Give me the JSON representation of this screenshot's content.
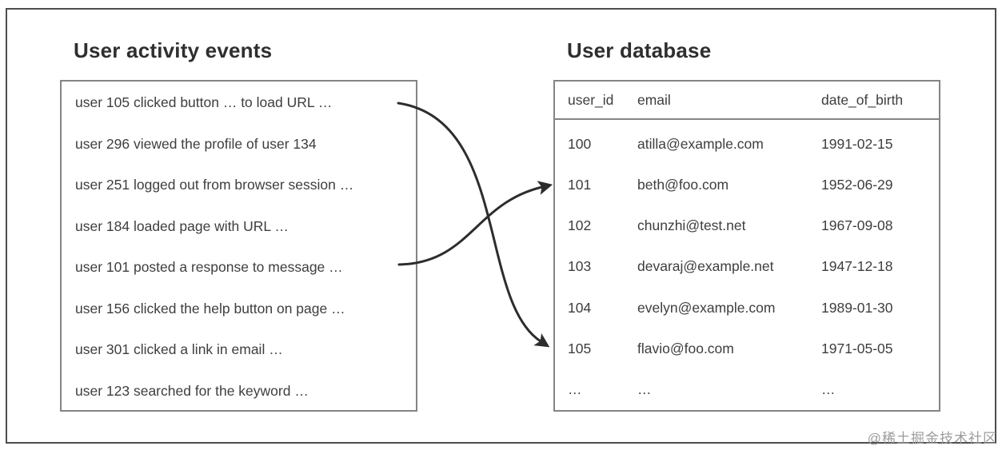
{
  "left_panel": {
    "title": "User activity events",
    "events": [
      "user 105 clicked button … to load URL …",
      "user 296 viewed the profile of user 134",
      "user 251 logged out from browser session …",
      "user 184 loaded page with URL …",
      "user 101 posted a response to message …",
      "user 156 clicked the help button on page …",
      "user 301 clicked a link in email …",
      "user 123 searched for the keyword …"
    ]
  },
  "right_panel": {
    "title": "User database",
    "table": {
      "columns": [
        "user_id",
        "email",
        "date_of_birth"
      ],
      "rows": [
        [
          "100",
          "atilla@example.com",
          "1991-02-15"
        ],
        [
          "101",
          "beth@foo.com",
          "1952-06-29"
        ],
        [
          "102",
          "chunzhi@test.net",
          "1967-09-08"
        ],
        [
          "103",
          "devaraj@example.net",
          "1947-12-18"
        ],
        [
          "104",
          "evelyn@example.com",
          "1989-01-30"
        ],
        [
          "105",
          "flavio@foo.com",
          "1971-05-05"
        ],
        [
          "…",
          "…",
          "…"
        ]
      ]
    }
  },
  "arrows": [
    {
      "from_event": "user 105 clicked button … to load URL …",
      "to_user_id": "105"
    },
    {
      "from_event": "user 101 posted a response to message …",
      "to_user_id": "101"
    }
  ],
  "watermark": "@稀土掘金技术社区",
  "colors": {
    "outer_border": "#4d4d4d",
    "box_border": "#848484",
    "text": "#3e3e3e",
    "arrow": "#2d2d2d",
    "watermark": "#9c9c9c",
    "background": "#ffffff"
  }
}
